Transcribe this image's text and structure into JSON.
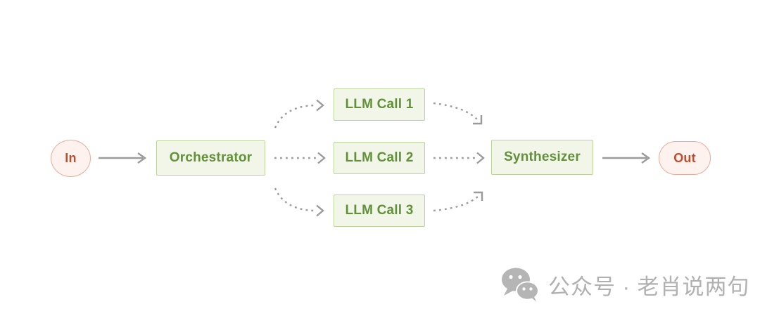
{
  "diagram": {
    "title": "orchestrator-workers-pattern",
    "nodes": {
      "in": {
        "label": "In",
        "shape": "circle",
        "color_scheme": "pink"
      },
      "orchestrator": {
        "label": "Orchestrator",
        "shape": "rect",
        "color_scheme": "green"
      },
      "llm_call_1": {
        "label": "LLM Call 1",
        "shape": "rect",
        "color_scheme": "green"
      },
      "llm_call_2": {
        "label": "LLM Call 2",
        "shape": "rect",
        "color_scheme": "green"
      },
      "llm_call_3": {
        "label": "LLM Call 3",
        "shape": "rect",
        "color_scheme": "green"
      },
      "synthesizer": {
        "label": "Synthesizer",
        "shape": "rect",
        "color_scheme": "green"
      },
      "out": {
        "label": "Out",
        "shape": "pill",
        "color_scheme": "pink"
      }
    },
    "edges": [
      {
        "from": "in",
        "to": "orchestrator",
        "style": "solid"
      },
      {
        "from": "orchestrator",
        "to": "llm_call_1",
        "style": "dashed-curve"
      },
      {
        "from": "orchestrator",
        "to": "llm_call_2",
        "style": "dashed-straight"
      },
      {
        "from": "orchestrator",
        "to": "llm_call_3",
        "style": "dashed-curve"
      },
      {
        "from": "llm_call_1",
        "to": "synthesizer",
        "style": "dashed-curve"
      },
      {
        "from": "llm_call_2",
        "to": "synthesizer",
        "style": "dashed-straight"
      },
      {
        "from": "llm_call_3",
        "to": "synthesizer",
        "style": "dashed-curve"
      },
      {
        "from": "synthesizer",
        "to": "out",
        "style": "solid"
      }
    ],
    "colors": {
      "background": "#ffffff",
      "green_fill": "#f1f6e8",
      "green_border": "#bcd39b",
      "green_text": "#63913a",
      "pink_fill": "#fdf2ee",
      "pink_border": "#e8ad9b",
      "pink_text": "#bd4f31",
      "arrow": "#9b9b9b"
    }
  },
  "watermark": {
    "icon": "wechat-icon",
    "text": "公众号 · 老肖说两句",
    "color": "#b1b1b1"
  }
}
